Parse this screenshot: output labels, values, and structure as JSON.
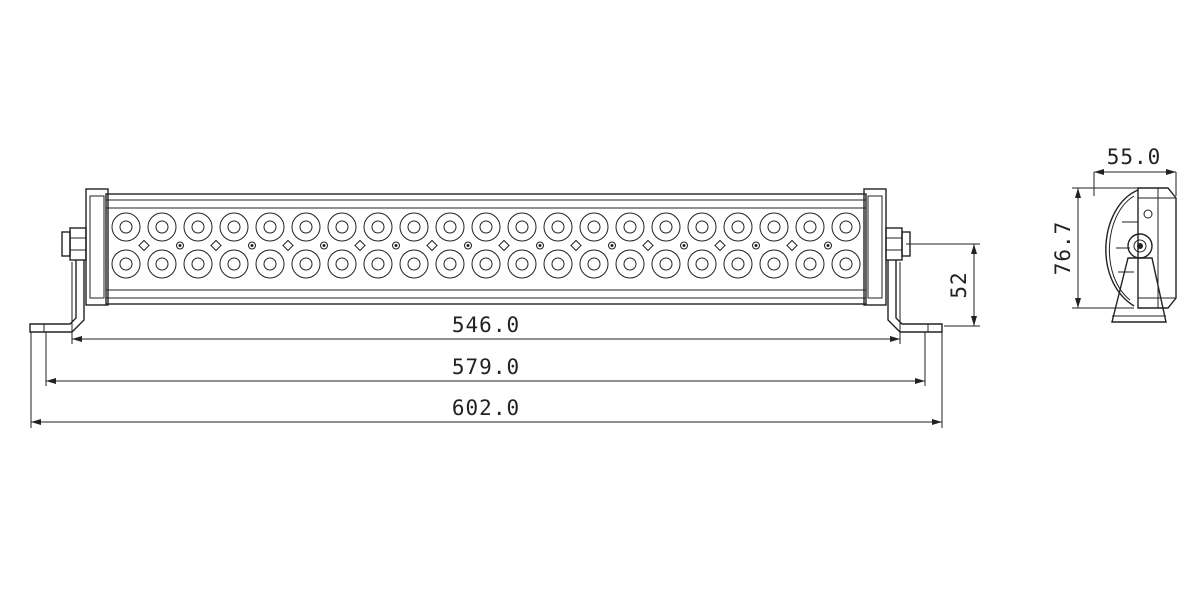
{
  "dimensions": {
    "inner_length": "546.0",
    "bracket_length": "579.0",
    "overall_length": "602.0",
    "body_height": "52",
    "side_width": "55.0",
    "side_height": "76.7"
  },
  "led_layout": {
    "rows": 2,
    "leds_per_row": 21
  },
  "colors": {
    "line": "#222222",
    "background": "#ffffff"
  }
}
